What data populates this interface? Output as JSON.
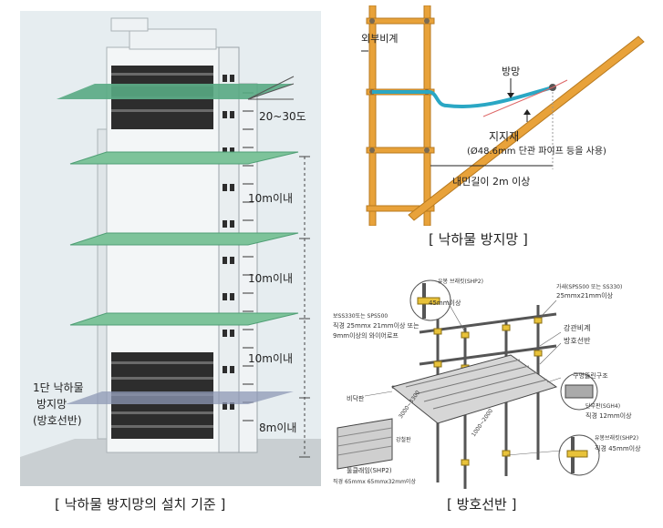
{
  "left": {
    "angle_label": "20~30도",
    "spacing_label_1": "10m이내",
    "spacing_label_2": "10m이내",
    "spacing_label_3": "10m이내",
    "bottom_spacing_label": "8m이내",
    "first_net_line1": "1단 낙하물",
    "first_net_line2": "방지망",
    "first_net_line3": "(방호선반)",
    "caption": "[ 낙하물 방지망의 설치 기준 ]"
  },
  "right_top": {
    "scaffold_label": "외부비계",
    "net_label": "방망",
    "support_label": "지지재",
    "support_note": "(Ø48.6mm 단관 파이프 등을 사용)",
    "depth_label": "내민길이 2m 이상",
    "caption": "[ 낙하물 방지망 ]"
  },
  "right_bottom": {
    "c1": "유봉 브래킷(SHP2)",
    "c1_val": "45mm이상",
    "c2": "가새(SPS500 또는 SS330)",
    "c2_val": "25mmx21mm이상",
    "c3": "보SS330또는 SPS500",
    "c4": "직경 25mmx 21mm이상 또는",
    "c5": "9mm이상의 와이어로프",
    "c6": "강관비계",
    "c7": "방호선반",
    "c8": "구멍뚫린구조",
    "c9": "단부판(SGH4)",
    "c9_val": "직경 12mm이상",
    "c10": "비닥판",
    "c11": "툴클래임(SHP2)",
    "c11_val": "직경 65mmx 65mmx32mm이상",
    "c12": "유봉브래킷(SHP2)",
    "c12_val": "직경 45mm이상",
    "dim1": "3000~3300",
    "dim2": "1000~2000",
    "plate": "강철판",
    "caption": "[ 방호선반 ]"
  },
  "colors": {
    "net_green": "#7dc39a",
    "net_dark_green": "#3f9a74",
    "scaffold_orange": "#e8a23a",
    "net_blue": "#2aa7c4",
    "building_dark": "#2a2a2a"
  }
}
